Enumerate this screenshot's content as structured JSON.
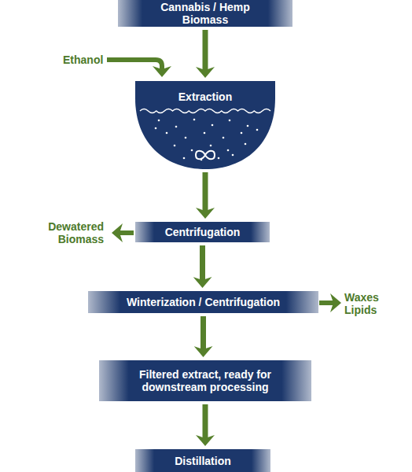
{
  "diagram": {
    "nodes": [
      {
        "text": [
          "Cannabis / Hemp Biomass"
        ]
      },
      {
        "text": [
          "Extraction"
        ]
      },
      {
        "text": [
          "Centrifugation"
        ]
      },
      {
        "text": [
          "Winterization / Centrifugation"
        ]
      },
      {
        "text": [
          "Filtered extract, ready for downstream processing"
        ]
      },
      {
        "text": [
          "Distillation"
        ]
      }
    ],
    "edges": [
      {
        "from": 0,
        "to": 1,
        "arrow": "to"
      },
      {
        "from": 1,
        "to": 2,
        "arrow": "to"
      },
      {
        "from": 2,
        "to": 3,
        "arrow": "to"
      },
      {
        "from": 3,
        "to": 4,
        "arrow": "to"
      },
      {
        "from": 4,
        "to": 5,
        "arrow": "to"
      }
    ],
    "labels": [
      "Ethanol",
      "Dewatered Biomass",
      "Waxes Lipids"
    ]
  }
}
